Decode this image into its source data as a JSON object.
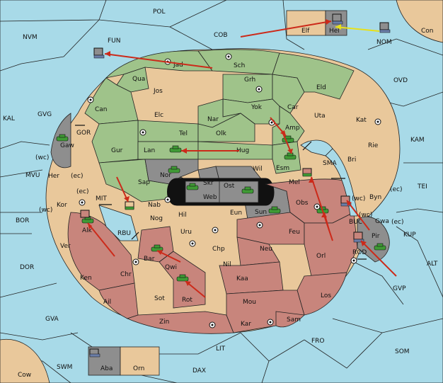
{
  "colors": {
    "sea": "#a8dae8",
    "neutral": "#e9c89b",
    "green_power": "#9fc38a",
    "red_power": "#c8857c",
    "grey_power": "#8e8e8e",
    "fleet_green": "#3f9a35",
    "fleet_grey": "#6b7ea8",
    "order_arrow": "#cc2a1a",
    "support_arrow": "#e7e01a"
  },
  "regions": {
    "POL": "POL",
    "COB": "COB",
    "NVM": "NVM",
    "FUN": "FUN",
    "Con": "Con",
    "NOM": "NOM",
    "OVD": "OVD",
    "KAL": "KAL",
    "GVG": "GVG",
    "KAM": "KAM",
    "MVU": "MVU",
    "TEI": "TEI",
    "BOR": "BOR",
    "KUP": "KUP",
    "DOR": "DOR",
    "ALT": "ALT",
    "GVP": "GVP",
    "GVA": "GVA",
    "FRO": "FRO",
    "SOM": "SOM",
    "LIT": "LIT",
    "SWM": "SWM",
    "Cow": "Cow",
    "DAX": "DAX",
    "Elf": "Elf",
    "Hel": "Hel",
    "Jad": "Jad",
    "Sch": "Sch",
    "Qua": "Qua",
    "Grh": "Grh",
    "Jos": "Jos",
    "Eld": "Eld",
    "Can": "Can",
    "Yok": "Yok",
    "Car": "Car",
    "Elc": "Elc",
    "Nar": "Nar",
    "Uta": "Uta",
    "Kat": "Kat",
    "Tel": "Tel",
    "Olk": "Olk",
    "Amp": "Amp",
    "Gaw": "Gaw",
    "GOR": "GOR",
    "Gur": "Gur",
    "Lan": "Lan",
    "Hug": "Hug",
    "Rie": "Rie",
    "Bri": "Bri",
    "Esm": "Esm",
    "SMA": "SMA",
    "Her": "Her",
    "Nor": "Nor",
    "Wil": "Wil",
    "Skr": "Skr",
    "Ost": "Ost",
    "Mel": "Mel",
    "Sap": "Sap",
    "Web": "Web",
    "Kor": "Kor",
    "MIT": "MIT",
    "Nab": "Nab",
    "Eun": "Eun",
    "Sun": "Sun",
    "Obs": "Obs",
    "Byn": "Byn",
    "Hil": "Hil",
    "Gwa": "Gwa",
    "BUC": "BUC",
    "Nog": "Nog",
    "Alk": "Alk",
    "RBU": "RBU",
    "Uru": "Uru",
    "Feu": "Feu",
    "Pir": "Pir",
    "Ver": "Ver",
    "Chp": "Chp",
    "Neu": "Neu",
    "Orl": "Orl",
    "ROD": "ROD",
    "Bar": "Bar",
    "Qwi": "Qwi",
    "Nil": "Nil",
    "Ken": "Ken",
    "Chr": "Chr",
    "Kaa": "Kaa",
    "Ail": "Ail",
    "Sot": "Sot",
    "Rot": "Rot",
    "Mou": "Mou",
    "Los": "Los",
    "Zin": "Zin",
    "Kar": "Kar",
    "Sam": "Sam",
    "Aba": "Aba",
    "Orn": "Orn"
  },
  "coast_marks": {
    "wc_her": "(wc)",
    "ec_her": "(ec)",
    "ec_kor": "(ec)",
    "wc_kor": "(wc)",
    "wc_byn": "(wc)",
    "ec_byn": "(ec)",
    "wc_gwa": "(wc)",
    "ec_gwa": "(ec)"
  }
}
